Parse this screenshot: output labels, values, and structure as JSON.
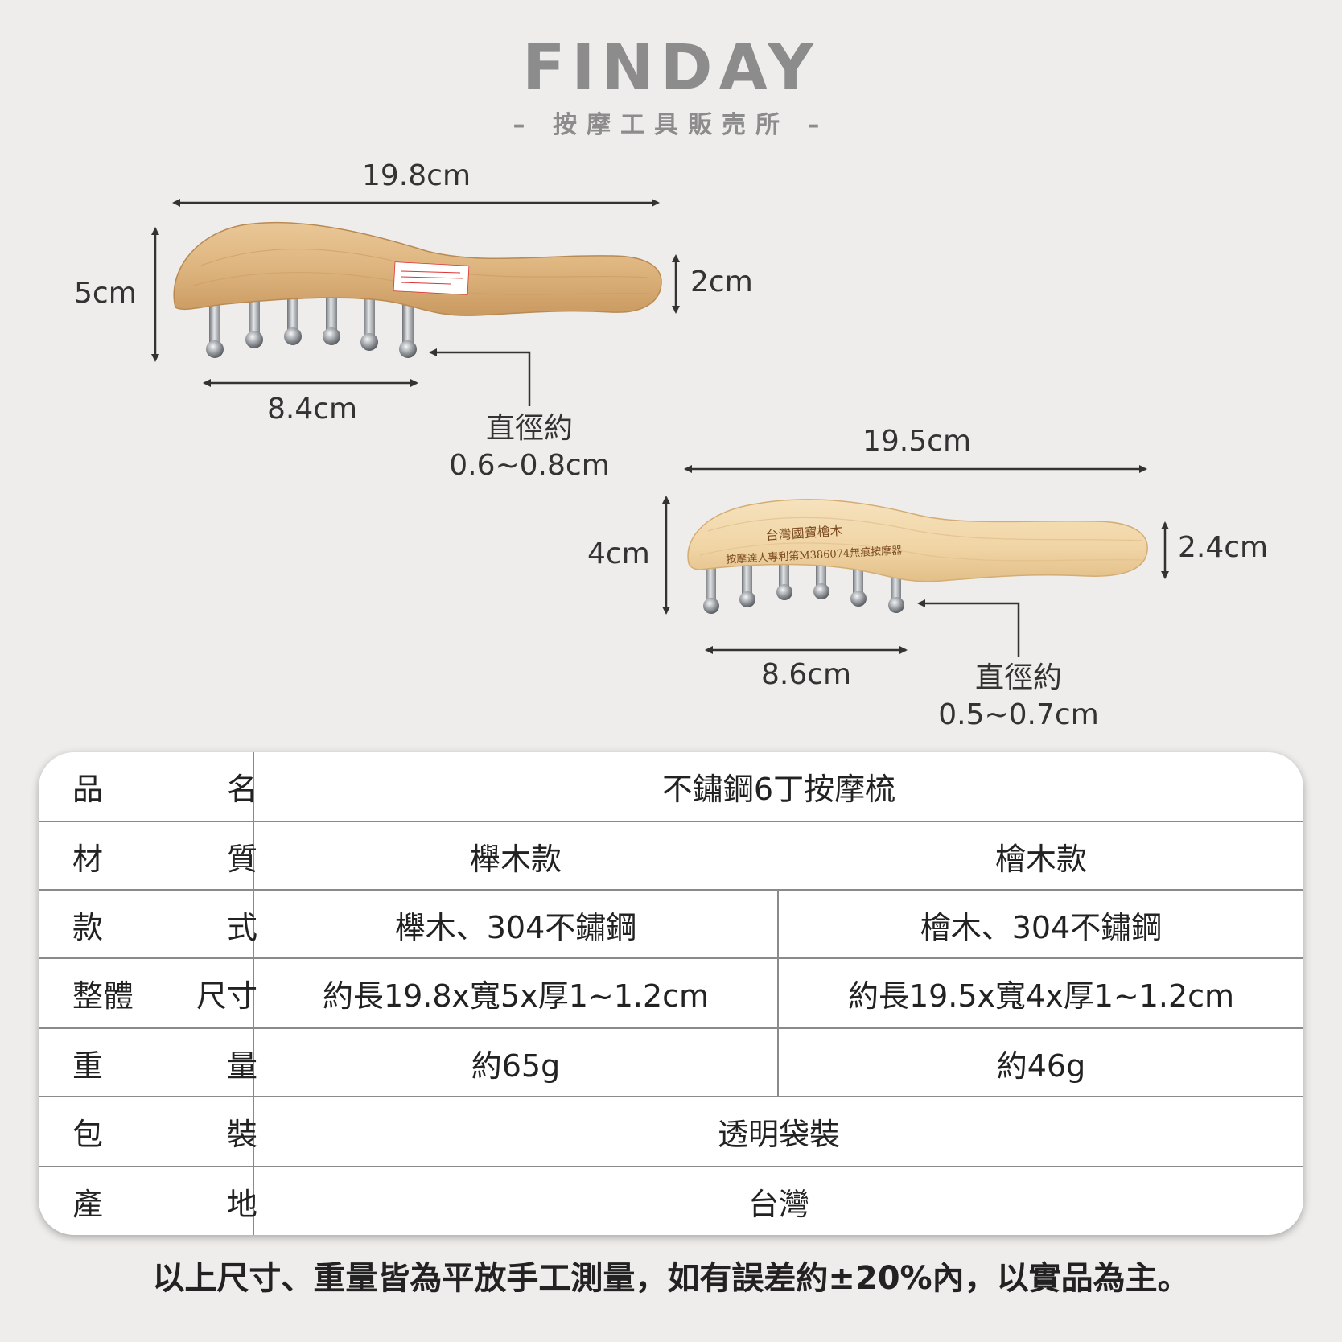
{
  "brand": {
    "name": "FINDAY",
    "tagline": "– 按摩工具販売所 –"
  },
  "comb1": {
    "length": "19.8cm",
    "height": "5cm",
    "thickness": "2cm",
    "teeth_span": "8.4cm",
    "diameter_label": "直徑約",
    "diameter": "0.6~0.8cm"
  },
  "comb2": {
    "length": "19.5cm",
    "height": "4cm",
    "thickness": "2.4cm",
    "teeth_span": "8.6cm",
    "diameter_label": "直徑約",
    "diameter": "0.5~0.7cm",
    "engraving_line1": "台灣國寶檜木",
    "engraving_line2": "按摩達人專利第M386074無痕按摩器"
  },
  "table": {
    "rows": [
      {
        "label_a": "品",
        "label_b": "名",
        "value": "不鏽鋼6丁按摩梳"
      },
      {
        "label_a": "材",
        "label_b": "質",
        "left": "櫸木款",
        "right": "檜木款"
      },
      {
        "label_a": "款",
        "label_b": "式",
        "left": "櫸木、304不鏽鋼",
        "right": "檜木、304不鏽鋼"
      },
      {
        "label_a": "整體",
        "label_b": "尺寸",
        "left": "約長19.8x寬5x厚1~1.2cm",
        "right": "約長19.5x寬4x厚1~1.2cm"
      },
      {
        "label_a": "重",
        "label_b": "量",
        "left": "約65g",
        "right": "約46g"
      },
      {
        "label_a": "包",
        "label_b": "裝",
        "value": "透明袋裝"
      },
      {
        "label_a": "產",
        "label_b": "地",
        "value": "台灣"
      }
    ]
  },
  "footer": "以上尺寸、重量皆為平放手工測量，如有誤差約±20%內，以實品為主。",
  "colors": {
    "background": "#efedeb",
    "beech_wood": "#e0b985",
    "cypress_wood": "#f1d7a9",
    "steel": "#9a9ea3",
    "brand_gray": "#8c8c8c"
  }
}
